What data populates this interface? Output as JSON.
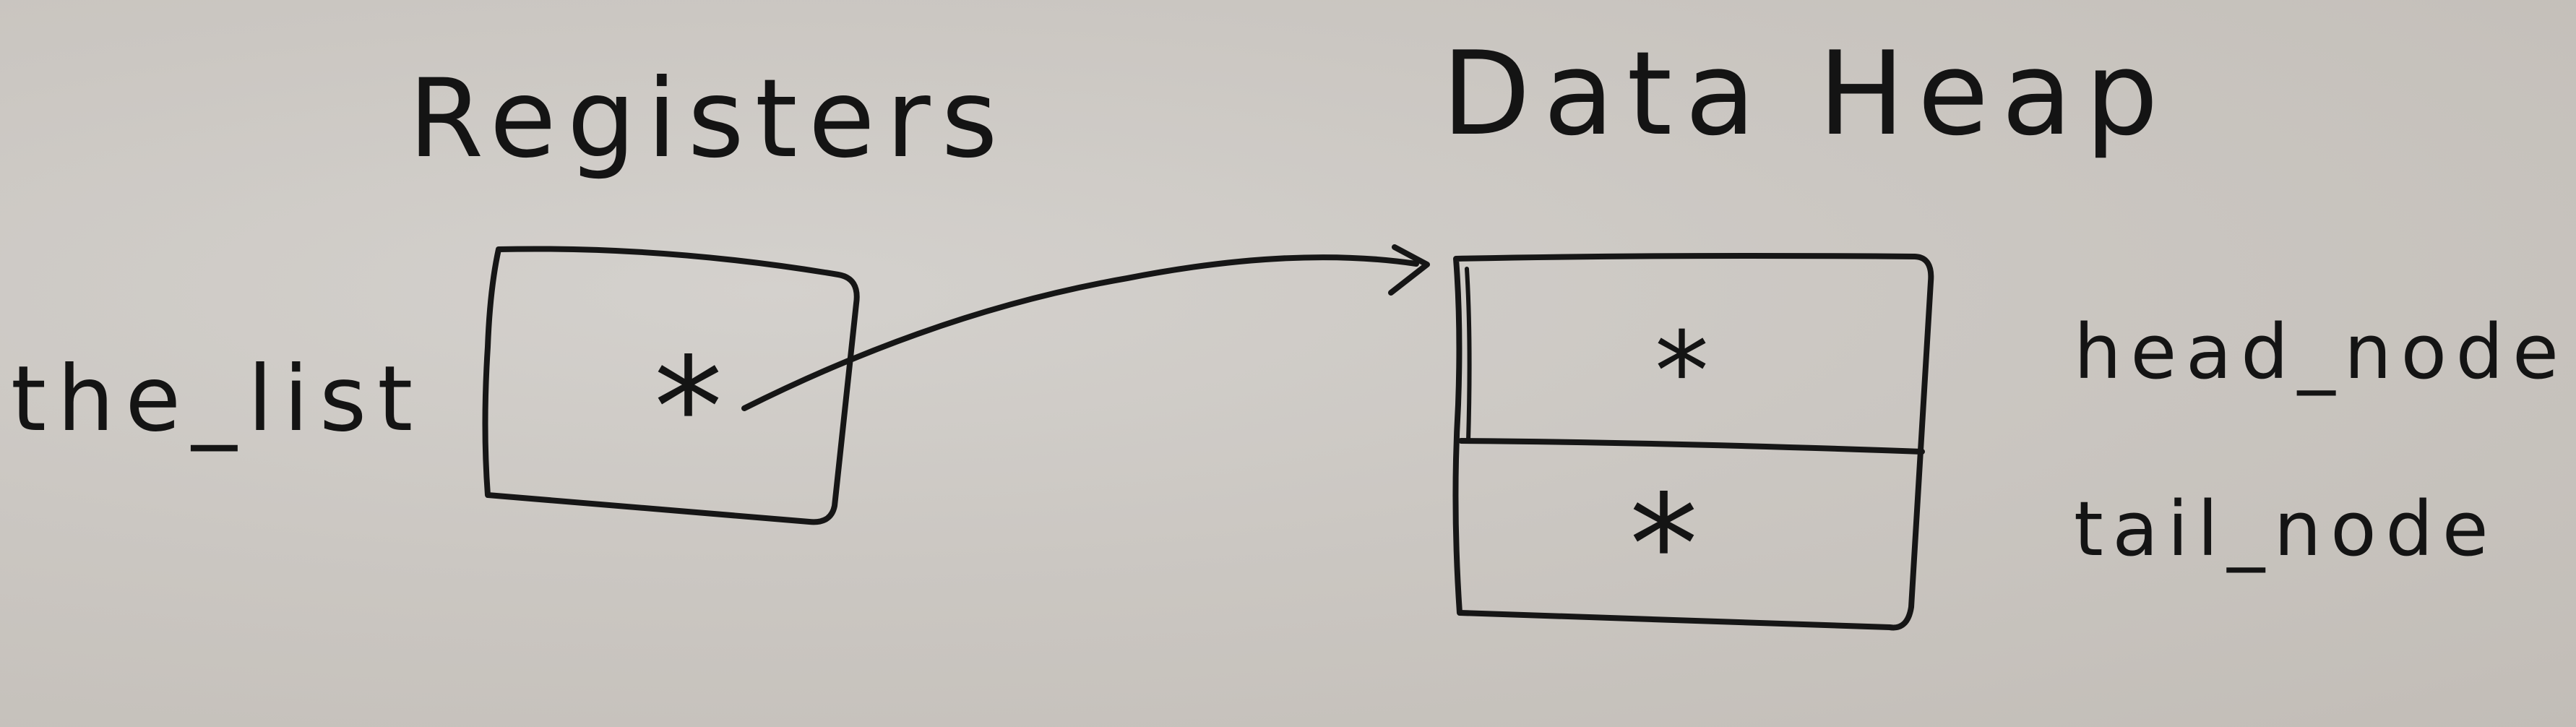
{
  "diagram": {
    "registers": {
      "heading": "Registers",
      "variable_label": "the_list",
      "cell_value": "*"
    },
    "heap": {
      "heading": "Data Heap",
      "fields": [
        {
          "label": "head_node",
          "value": "*"
        },
        {
          "label": "tail_node",
          "value": "*"
        }
      ]
    }
  },
  "colors": {
    "ink": "#161616",
    "board": "#cdc9c4"
  }
}
